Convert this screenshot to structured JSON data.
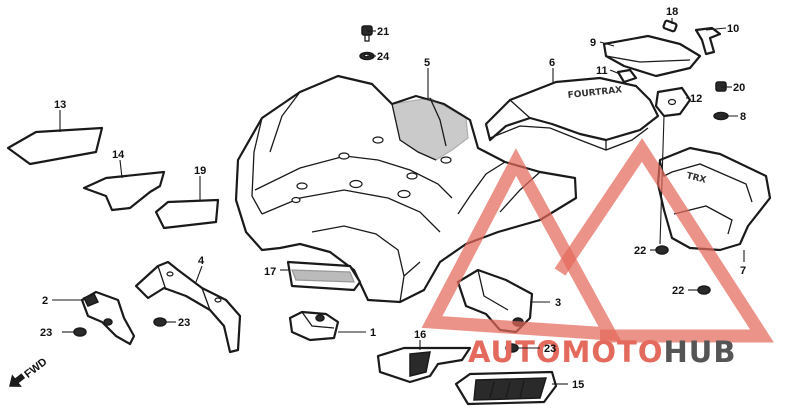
{
  "callouts": [
    {
      "id": "c1",
      "label": "1"
    },
    {
      "id": "c2",
      "label": "2"
    },
    {
      "id": "c3",
      "label": "3"
    },
    {
      "id": "c4",
      "label": "4"
    },
    {
      "id": "c5",
      "label": "5"
    },
    {
      "id": "c6",
      "label": "6"
    },
    {
      "id": "c7",
      "label": "7"
    },
    {
      "id": "c8",
      "label": "8"
    },
    {
      "id": "c9",
      "label": "9"
    },
    {
      "id": "c10",
      "label": "10"
    },
    {
      "id": "c11",
      "label": "11"
    },
    {
      "id": "c12",
      "label": "12"
    },
    {
      "id": "c13",
      "label": "13"
    },
    {
      "id": "c14",
      "label": "14"
    },
    {
      "id": "c15",
      "label": "15"
    },
    {
      "id": "c16",
      "label": "16"
    },
    {
      "id": "c17",
      "label": "17"
    },
    {
      "id": "c18",
      "label": "18"
    },
    {
      "id": "c19",
      "label": "19"
    },
    {
      "id": "c20",
      "label": "20"
    },
    {
      "id": "c21",
      "label": "21"
    },
    {
      "id": "c22a",
      "label": "22"
    },
    {
      "id": "c22b",
      "label": "22"
    },
    {
      "id": "c23a",
      "label": "23"
    },
    {
      "id": "c23b",
      "label": "23"
    },
    {
      "id": "c23c",
      "label": "23"
    },
    {
      "id": "c24",
      "label": "24"
    }
  ],
  "direction_label": "FWD",
  "emblems": {
    "rack_brand": "FOURTRAX",
    "carrier_brand": "TRX"
  },
  "watermark": {
    "part1": "AUTO",
    "part2": "MOTO",
    "part3": "HUB",
    "color_primary": "#e36a5c",
    "color_secondary": "#555555"
  }
}
